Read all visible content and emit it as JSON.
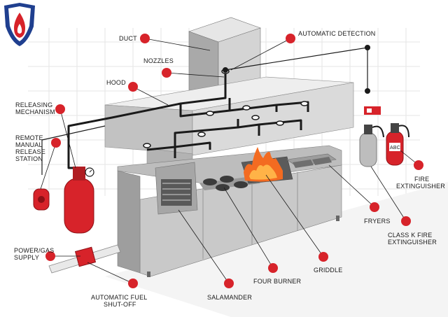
{
  "colors": {
    "accent_red": "#d7232a",
    "shield_blue": "#1f3f8f",
    "steel_light": "#dcdcdc",
    "steel_mid": "#b7b7b7",
    "steel_dark": "#8f8f8f",
    "pipe": "#1a1a1a",
    "fire_orange": "#f36b21"
  },
  "logo": {
    "icon": "fire-shield-icon"
  },
  "labels": {
    "duct": "DUCT",
    "automatic_detection": "AUTOMATIC DETECTION",
    "nozzles": "NOZZLES",
    "hood": "HOOD",
    "releasing_1": "RELEASING",
    "releasing_2": "MECHANISM",
    "remote_1": "REMOTE",
    "remote_2": "MANUAL",
    "remote_3": "RELEASE",
    "remote_4": "STATION",
    "power_1": "POWER/GAS",
    "power_2": "SUPPLY",
    "auto_fuel_1": "AUTOMATIC FUEL",
    "auto_fuel_2": "SHUT-OFF",
    "salamander": "SALAMANDER",
    "four_burner": "FOUR BURNER",
    "griddle": "GRIDDLE",
    "fryers": "FRYERS",
    "class_k_1": "CLASS K FIRE",
    "class_k_2": "EXTINGUISHER",
    "fire_ext_1": "FIRE",
    "fire_ext_2": "EXTINGUISHER",
    "abc_tag": "ABC"
  }
}
